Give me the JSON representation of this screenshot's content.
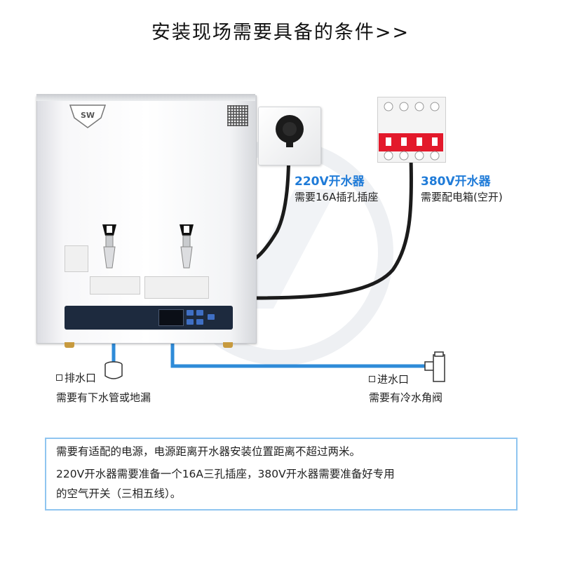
{
  "page": {
    "title": "安装现场需要具备的条件>>"
  },
  "boiler": {
    "logo_text": "SW"
  },
  "power": {
    "v220": {
      "title": "220V开水器",
      "desc": "需要16A插孔插座"
    },
    "v380": {
      "title": "380V开水器",
      "desc": "需要配电箱(空开)"
    }
  },
  "water": {
    "drain": {
      "title": "排水口",
      "desc": "需要有下水管或地漏"
    },
    "inlet": {
      "title": "进水口",
      "desc": "需要有冷水角阀"
    }
  },
  "note": {
    "line1": "需要有适配的电源，电源距离开水器安装位置距离不超过两米。",
    "line2": "220V开水器需要准备一个16A三孔插座，380V开水器需要准备好专用",
    "line3": "的空气开关（三相五线）。"
  },
  "colors": {
    "accent_blue": "#1f7bd8",
    "pipe_blue": "#2e8bd8",
    "breaker_red": "#e3192b",
    "note_border": "#8fc5f0"
  },
  "icons": {
    "checkbox": "square-outline-icon",
    "tap": "tap-icon",
    "plug": "power-plug-icon",
    "breaker": "circuit-breaker-icon",
    "drain": "drain-pipe-icon",
    "valve": "angle-valve-icon"
  }
}
